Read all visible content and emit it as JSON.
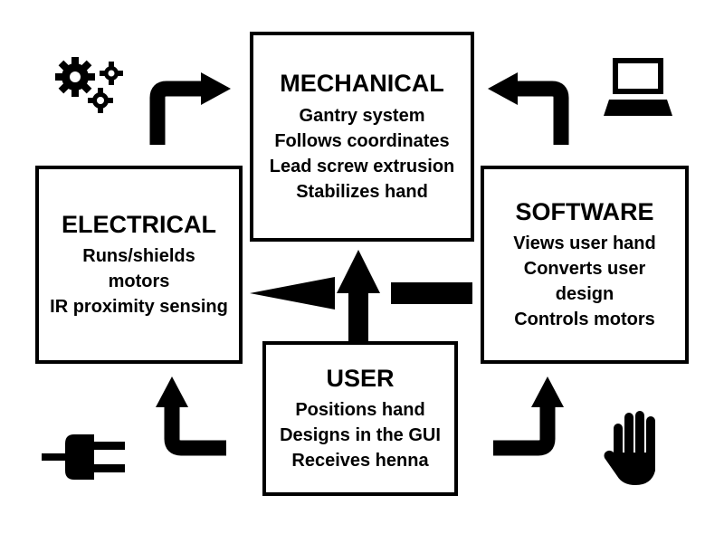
{
  "boxes": {
    "mechanical": {
      "title": "MECHANICAL",
      "lines": [
        "Gantry system",
        "Follows coordinates",
        "Lead screw extrusion",
        "Stabilizes hand"
      ]
    },
    "electrical": {
      "title": "ELECTRICAL",
      "lines": [
        "Runs/shields",
        "motors",
        "IR proximity sensing"
      ]
    },
    "software": {
      "title": "SOFTWARE",
      "lines": [
        "Views user hand",
        "Converts user",
        "design",
        "Controls motors"
      ]
    },
    "user": {
      "title": "USER",
      "lines": [
        "Positions hand",
        "Designs in the GUI",
        "Receives henna"
      ]
    }
  },
  "icons": {
    "mechanical": "gears-icon",
    "software": "laptop-icon",
    "electrical": "plug-icon",
    "user": "hand-icon"
  },
  "colors": {
    "ink": "#000000",
    "background": "#ffffff"
  }
}
